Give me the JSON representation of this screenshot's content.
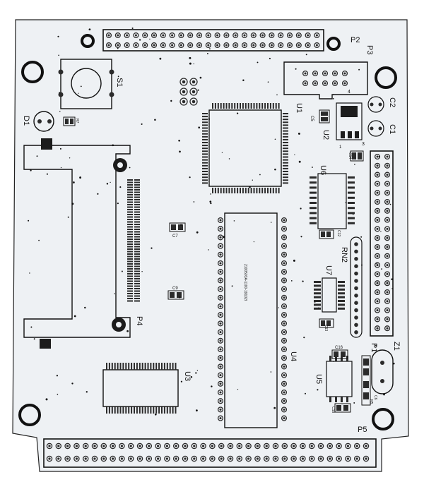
{
  "colors": {
    "board": "#eef1f4",
    "ink": "#111111",
    "pad": "#2b2b2b"
  },
  "labels": {
    "p1": "P1",
    "p2": "P2",
    "p3": "P3",
    "p4": "P4",
    "p5": "P5",
    "s1": "S1",
    "d1": "D1",
    "r7": "R7",
    "u1": "U1",
    "u2": "U2",
    "u3": "U3",
    "u4": "U4",
    "u5": "U5",
    "u6": "U6",
    "u7": "U7",
    "c1": "C1",
    "c2": "C2",
    "c5": "C5",
    "c7": "C7",
    "c9": "C9",
    "c12": "C12",
    "c13": "C13",
    "c14": "C14",
    "c16": "C16",
    "c18": "C18",
    "rn2": "RN2",
    "z1": "Z1",
    "r5": "R5",
    "c6": "C6",
    "p3_pin": "4",
    "u2_pin1": "1",
    "u2_pin3": "3",
    "u4_code": "2100503A-1100-19102I"
  }
}
